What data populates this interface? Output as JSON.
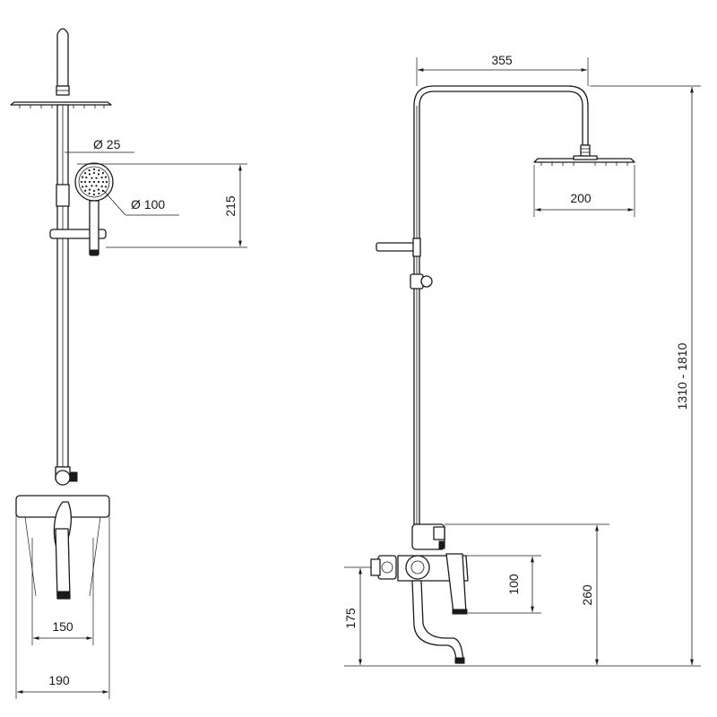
{
  "dimensions": {
    "pipe_diameter": "Ø 25",
    "hand_shower_diameter": "Ø 100",
    "hand_shower_height": "215",
    "mixer_width_inner": "150",
    "mixer_width_outer": "190",
    "arm_reach": "355",
    "head_diameter": "200",
    "total_height": "1310 - 1810",
    "outlet_height": "260",
    "spout_height": "100",
    "spout_offset": "175"
  }
}
